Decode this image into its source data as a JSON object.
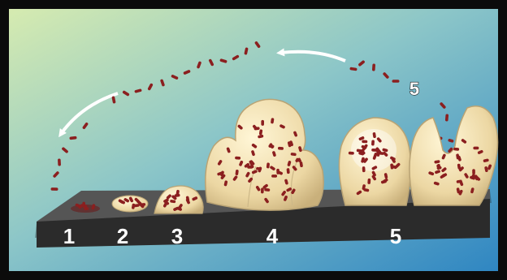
{
  "diagram": {
    "stage_labels": [
      "1",
      "2",
      "3",
      "4",
      "5"
    ],
    "dispersal_label": "5",
    "colors": {
      "background_top": "#cfe7a6",
      "background_bottom": "#3c8fc7",
      "surface_top": "#5a5a5a",
      "surface_front": "#2e2e2e",
      "biofilm": "#efdcae",
      "biofilm_edge": "#b9a374",
      "bacteria": "#8b1f1f",
      "arrow": "#ffffff"
    }
  }
}
